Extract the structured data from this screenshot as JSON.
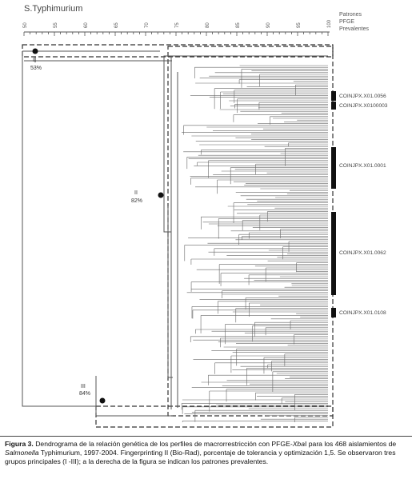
{
  "figure": {
    "title": "S.Typhimurium",
    "header_lines": [
      "Patrones",
      "PFGE",
      "Prevalentes"
    ],
    "scale_ticks": [
      "50",
      "55",
      "60",
      "65",
      "70",
      "75",
      "80",
      "85",
      "90",
      "95",
      "100"
    ],
    "groups": [
      {
        "roman": "I",
        "percent": "53%"
      },
      {
        "roman": "II",
        "percent": "82%"
      },
      {
        "roman": "III",
        "percent": "84%"
      }
    ],
    "patterns": [
      {
        "label": "COINJPX.X01.0056"
      },
      {
        "label": "COINJPX.X0100003"
      },
      {
        "label": "COINJPX.X01.0001"
      },
      {
        "label": "COINJPX.X01.0062"
      },
      {
        "label": "COINJPX.X01.0108"
      }
    ]
  },
  "caption": {
    "label": "Figura 3.",
    "t1": " Dendrograma de la relación genética de los perfiles de macrorrestricción con PFGE-",
    "i1": "Xba",
    "t2": "I para los 468 aislamientos de ",
    "i2": "Salmonella",
    "t3": " Typhimurium, 1997-2004. Fingerprinting II (Bio-Rad), porcentaje de tolerancia y optimización 1,5. Se observaron tres grupos principales (I -III); a la derecha de la figura se indican los patrones prevalentes."
  },
  "colors": {
    "line": "#555555",
    "bar": "#111111",
    "node": "#111111"
  }
}
